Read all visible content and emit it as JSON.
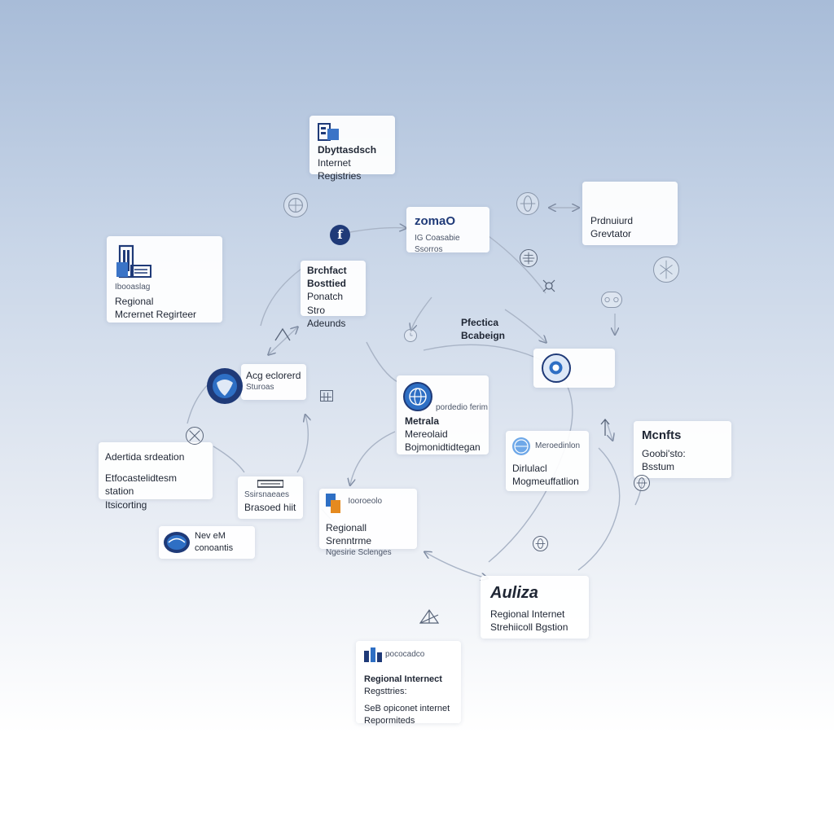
{
  "nodes": {
    "top": {
      "line1": "Dbyttasdsch",
      "line2": "Internet Registries"
    },
    "zoma": {
      "title": "zomaO",
      "sub": "IG Coasabie Ssorros"
    },
    "prod": {
      "line1": "Prdnuiurd",
      "line2": "Grevtator"
    },
    "regional_left": {
      "small": "Ibooaslag",
      "line1": "Regional",
      "line2": "Mcrernet Regirteer"
    },
    "brchfact": {
      "line1": "Brchfact",
      "line2": "Bosttied",
      "line3": "Ponatch",
      "line4": "Stro Adeunds"
    },
    "pfectica": {
      "line1": "Pfectica",
      "line2": "Bcabeign"
    },
    "acg": {
      "line1": "Acg eclorerd",
      "line2": "Sturoas"
    },
    "metrala": {
      "side": "pordedio ferim",
      "line1": "Metrala",
      "line2": "Mereolaid",
      "line3": "Bojmonidtidtegan"
    },
    "globe_right": {},
    "adertida": {
      "line1": "Adertida srdeation",
      "line2": "Etfocastelidtesm station",
      "line3": "Itsicorting"
    },
    "brasoed": {
      "small": "Ssirsnaeaes",
      "line1": "Brasoed hiit"
    },
    "regional_mid": {
      "small": "Iooroeolo",
      "line1": "Regionall Srenntrme",
      "line2": "Ngesirie Sclenges"
    },
    "meroedin": {
      "small": "Meroedinlon",
      "line1": "Dirlulacl",
      "line2": "Mogmeuffatlion"
    },
    "mcnfts": {
      "title": "Mcnfts",
      "line1": "Goobi'sto:",
      "line2": "Bsstum"
    },
    "nev": {
      "line1": "Nev eM conoantis"
    },
    "auliza": {
      "title": "Auliza",
      "line1": "Regional Internet",
      "line2": "Strehiicoll Bgstion"
    },
    "bottom": {
      "small": "pococadco",
      "line1": "Regional Internect",
      "line2": "Regsttries:",
      "line3": "SeB opiconet internet",
      "line4": "Repormiteds"
    }
  },
  "icons": {
    "f_icon": "f",
    "colors": {
      "brand_blue": "#1f3a78",
      "accent_blue": "#2e6fc4",
      "orange": "#e58a1f",
      "line": "#a6b2c4"
    }
  }
}
